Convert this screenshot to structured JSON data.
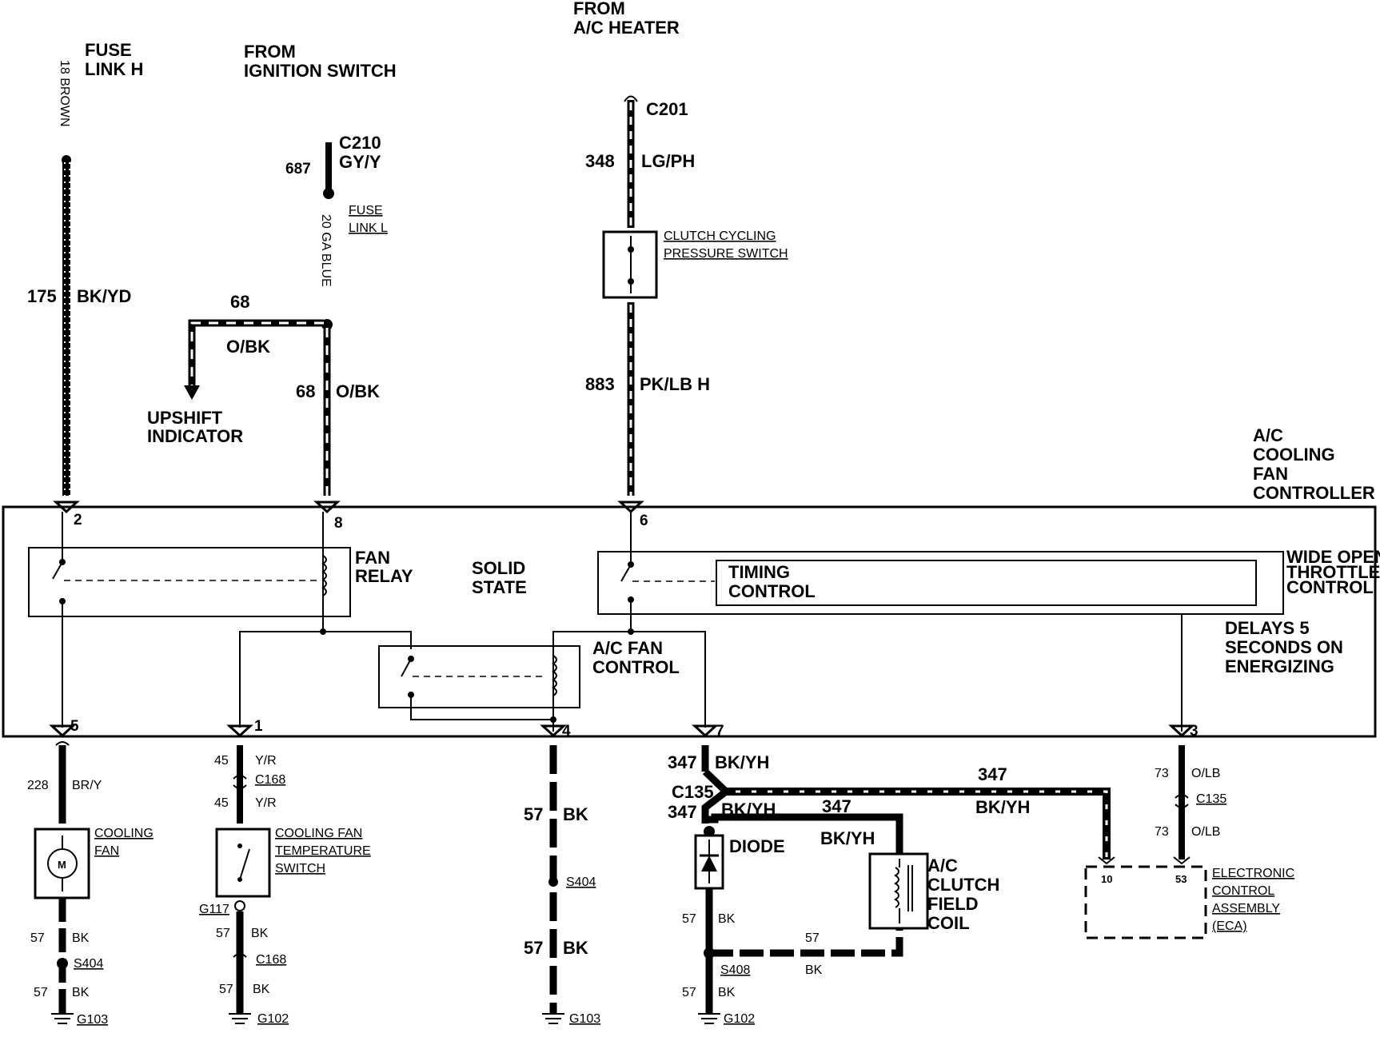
{
  "header": {
    "fuse_link_h": [
      "FUSE",
      "LINK H"
    ],
    "from_ignition": [
      "FROM",
      "IGNITION SWITCH"
    ],
    "from_ac_heater": [
      "FROM",
      "A/C HEATER"
    ]
  },
  "wires": {
    "brown_18": "18 BROWN",
    "w175_num": "175",
    "w175_color": "BK/YD",
    "c210": "C210",
    "c210_color": "GY/Y",
    "w687": "687",
    "ga20_blue": "20 GA BLUE",
    "fuse_link_l": [
      "FUSE",
      "LINK L"
    ],
    "w68_top": "68",
    "w68_top_color": "O/BK",
    "w68_vert": "68",
    "w68_vert_color": "O/BK",
    "upshift": [
      "UPSHIFT",
      "INDICATOR"
    ],
    "c201": "C201",
    "w348": "348",
    "w348_color": "LG/PH",
    "w883": "883",
    "w883_color": "PK/LB H"
  },
  "components": {
    "clutch_switch": [
      "CLUTCH CYCLING",
      "PRESSURE SWITCH"
    ],
    "controller": [
      "A/C",
      "COOLING",
      "FAN",
      "CONTROLLER"
    ],
    "fan_relay": [
      "FAN",
      "RELAY"
    ],
    "solid_state": [
      "SOLID",
      "STATE"
    ],
    "timing_control": [
      "TIMING",
      "CONTROL"
    ],
    "wot": [
      "WIDE OPEN",
      "THROTTLE",
      "CONTROL"
    ],
    "delays": [
      "DELAYS 5",
      "SECONDS ON",
      "ENERGIZING"
    ],
    "ac_fan_control": [
      "A/C FAN",
      "CONTROL"
    ],
    "cooling_fan": [
      "COOLING",
      "FAN"
    ],
    "motor": "M",
    "temp_switch": [
      "COOLING FAN",
      "TEMPERATURE",
      "SWITCH"
    ],
    "diode": "DIODE",
    "clutch_coil": [
      "A/C",
      "CLUTCH",
      "FIELD",
      "COIL"
    ],
    "eca": [
      "ELECTRONIC",
      "CONTROL",
      "ASSEMBLY",
      "(ECA)"
    ],
    "eca_pin10": "10",
    "eca_pin53": "53"
  },
  "pins": {
    "p2": "2",
    "p8": "8",
    "p6": "6",
    "p5": "5",
    "p1": "1",
    "p4": "4",
    "p7": "7",
    "p3": "3"
  },
  "bottom": {
    "w228": "228",
    "w228_color": "BR/Y",
    "w57_a": "57",
    "bk_a": "BK",
    "s404_a": "S404",
    "w57_b": "57",
    "bk_b": "BK",
    "g103_a": "G103",
    "w45_a": "45",
    "yr_a": "Y/R",
    "c168_a": "C168",
    "w45_b": "45",
    "yr_b": "Y/R",
    "g117": "G117",
    "w57_c": "57",
    "bk_c": "BK",
    "c168_b": "C168",
    "w57_d": "57",
    "bk_d": "BK",
    "g102_a": "G102",
    "w57_e": "57",
    "bk_e": "BK",
    "s404_b": "S404",
    "w57_f": "57",
    "bk_f": "BK",
    "g103_b": "G103",
    "w347_a": "347",
    "bkyh_a": "BK/YH",
    "c135_a": "C135",
    "w347_b": "347",
    "bkyh_b": "BK/YH",
    "w347_c": "347",
    "bkyh_c": "BK/YH",
    "w347_d": "347",
    "bkyh_d": "BK/YH",
    "w57_g": "57",
    "bk_g": "BK",
    "w57_h": "57",
    "bk_h": "BK",
    "s408": "S408",
    "w57_i": "57",
    "bk_i": "BK",
    "g102_b": "G102",
    "w73_a": "73",
    "olb_a": "O/LB",
    "c135_b": "C135",
    "w73_b": "73",
    "olb_b": "O/LB"
  }
}
